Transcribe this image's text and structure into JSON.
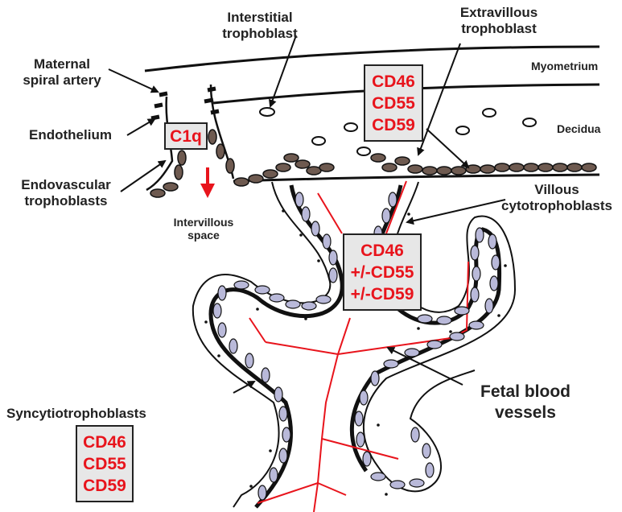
{
  "labels": {
    "interstitial": [
      "Interstitial",
      "trophoblast"
    ],
    "extravillous": [
      "Extravillous",
      "trophoblast"
    ],
    "maternal": [
      "Maternal",
      "spiral artery"
    ],
    "myometrium": "Myometrium",
    "decidua": "Decidua",
    "endothelium": "Endothelium",
    "endovascular": [
      "Endovascular",
      "trophoblasts"
    ],
    "intervillous": [
      "Intervillous",
      "space"
    ],
    "villous": [
      "Villous",
      "cytotrophoblasts"
    ],
    "syncytio": "Syncytiotrophoblasts",
    "fetal": [
      "Fetal blood",
      "vessels"
    ]
  },
  "boxes": {
    "extravillous": [
      "CD46",
      "CD55",
      "CD59"
    ],
    "c1q": [
      "C1q"
    ],
    "villous": [
      "CD46",
      "+/-CD55",
      "+/-CD59"
    ],
    "syncytio": [
      "CD46",
      "CD55",
      "CD59"
    ]
  },
  "colors": {
    "text": "#222222",
    "marker": "#e8141c",
    "box_fill": "#e7e7e7",
    "cell_brown": "#6e5a50",
    "cell_lilac": "#b9b9d9",
    "vessel_red": "#e8141c"
  }
}
